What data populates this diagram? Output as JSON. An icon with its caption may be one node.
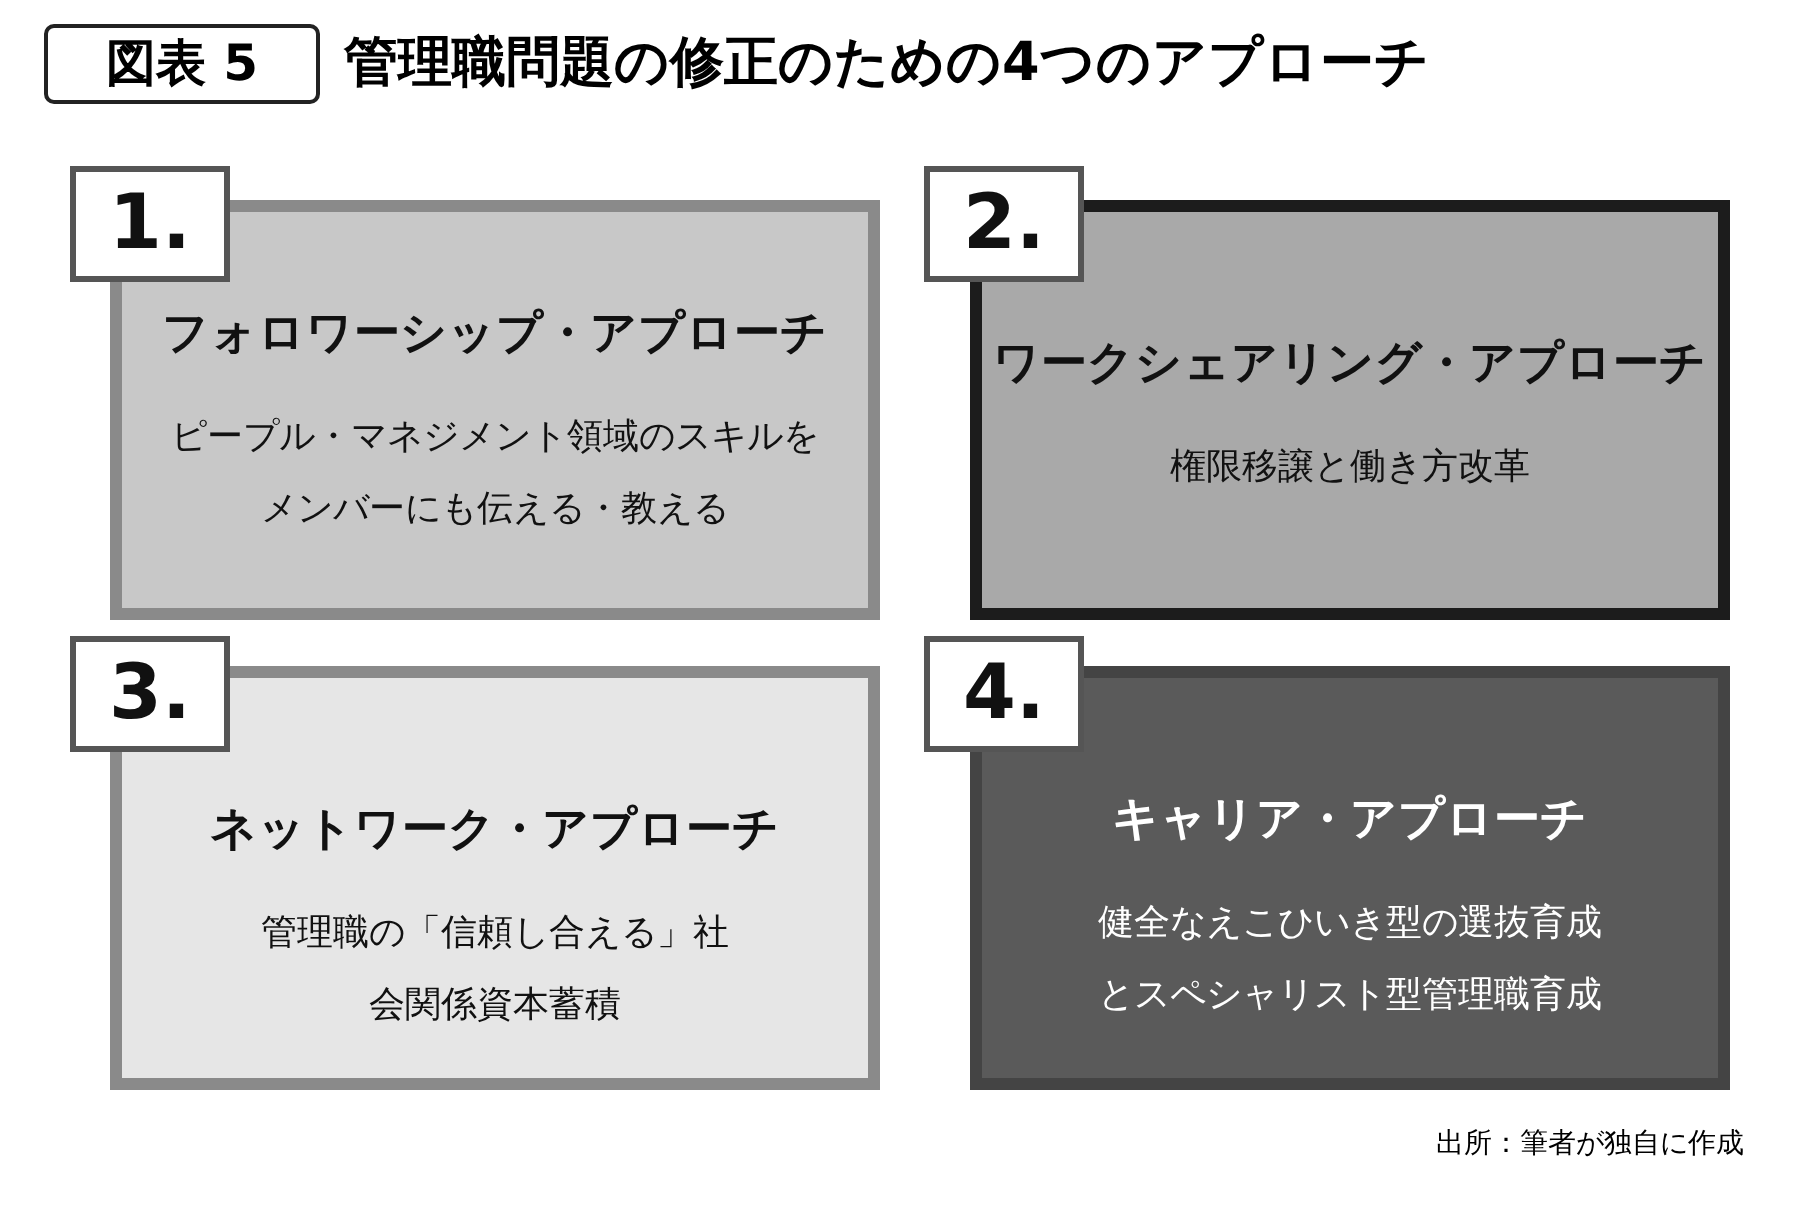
{
  "diagram": {
    "title": "管理職問題の修正のための4つのアプローチ",
    "nodes": [
      {
        "text": [
          "1."
        ]
      },
      {
        "text": [
          "フォロワーシップ・アプローチ",
          "ピープル・マネジメント領域のスキルをメンバーにも伝える・教える"
        ]
      },
      {
        "text": [
          "2."
        ]
      },
      {
        "text": [
          "ワークシェアリング・アプローチ",
          "権限移譲と働き方改革"
        ]
      },
      {
        "text": [
          "3."
        ]
      },
      {
        "text": [
          "ネットワーク・アプローチ",
          "管理職の「信頼し合える」社会関係資本蓄積"
        ]
      },
      {
        "text": [
          "4."
        ]
      },
      {
        "text": [
          "キャリア・アプローチ",
          "健全なえこひいき型の選抜育成とスペシャリスト型管理職育成"
        ]
      }
    ],
    "labels": [
      "図表 5",
      "出所：筆者が独自に作成"
    ]
  }
}
